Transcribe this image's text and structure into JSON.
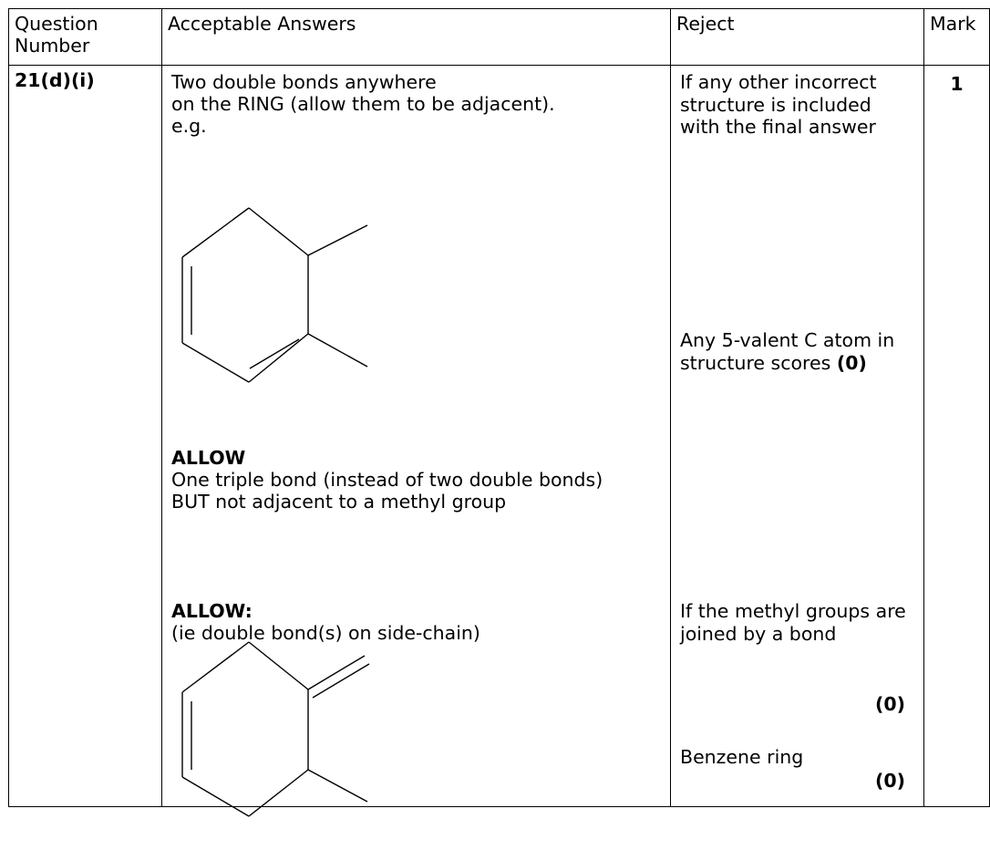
{
  "headers": {
    "question_number": "Question Number",
    "acceptable_answers": "Acceptable Answers",
    "reject": "Reject",
    "mark": "Mark"
  },
  "row": {
    "question": "21(d)(i)",
    "mark": "1",
    "answer": {
      "line1": "Two double bonds anywhere",
      "line2": "on the RING (allow them to be adjacent).",
      "line3": "e.g.",
      "allow1_heading": "ALLOW",
      "allow1_text": "One triple bond (instead of two double bonds) BUT not adjacent to a methyl group",
      "allow2_heading": "ALLOW:",
      "allow2_text": "(ie double bond(s) on side-chain)"
    },
    "reject": {
      "r1": "If any other incorrect structure is included with the final answer",
      "r2_text": "Any 5-valent C atom in structure scores",
      "r2_score": "(0)",
      "r3_text": "If the methyl groups are joined by a bond",
      "r3_score": "(0)",
      "r4_text": "Benzene ring",
      "r4_score": "(0)"
    }
  }
}
